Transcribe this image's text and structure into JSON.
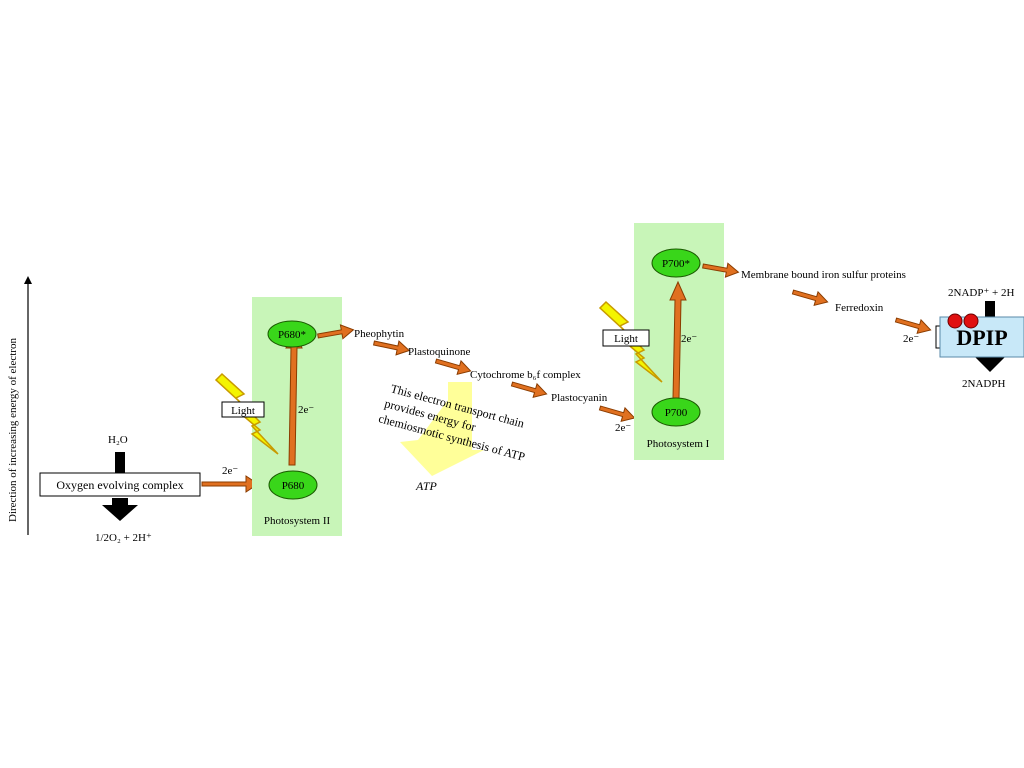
{
  "axis_label": "Direction of increasing energy of electron",
  "water": {
    "h2o": "H₂O",
    "products": "1/2O₂ + 2H⁺"
  },
  "oxygen_complex": "Oxygen evolving complex",
  "electron_pair": "2e⁻",
  "photosystem_2": {
    "name": "Photosystem II",
    "ground": "P680",
    "excited": "P680*",
    "light": "Light"
  },
  "photosystem_1": {
    "name": "Photosystem I",
    "ground": "P700",
    "excited": "P700*",
    "light": "Light"
  },
  "chain": {
    "pheophytin": "Pheophytin",
    "plastoquinone": "Plastoquinone",
    "cytochrome": "Cytochrome b₆f complex",
    "plastocyanin": "Plastocyanin",
    "iron_sulfur": "Membrane bound iron sulfur proteins",
    "ferredoxin": "Ferredoxin"
  },
  "atp_note": {
    "line1": "This electron transport chain",
    "line2": "provides energy for",
    "line3": "chemiosmotic synthesis of ATP",
    "atp": "ATP"
  },
  "nadp": {
    "input": "2NADP⁺ + 2H",
    "output": "2NADPH",
    "overlay": "DPIP"
  },
  "colors": {
    "photosystem_bg": "#c8f5b8",
    "pigment_green": "#39d61a",
    "orange_arrow": "#e07020",
    "light_yellow": "#f4f400",
    "atp_arrow": "#ffff99",
    "dpip_bg": "#c8e8f8",
    "dot_red": "#e01010"
  }
}
